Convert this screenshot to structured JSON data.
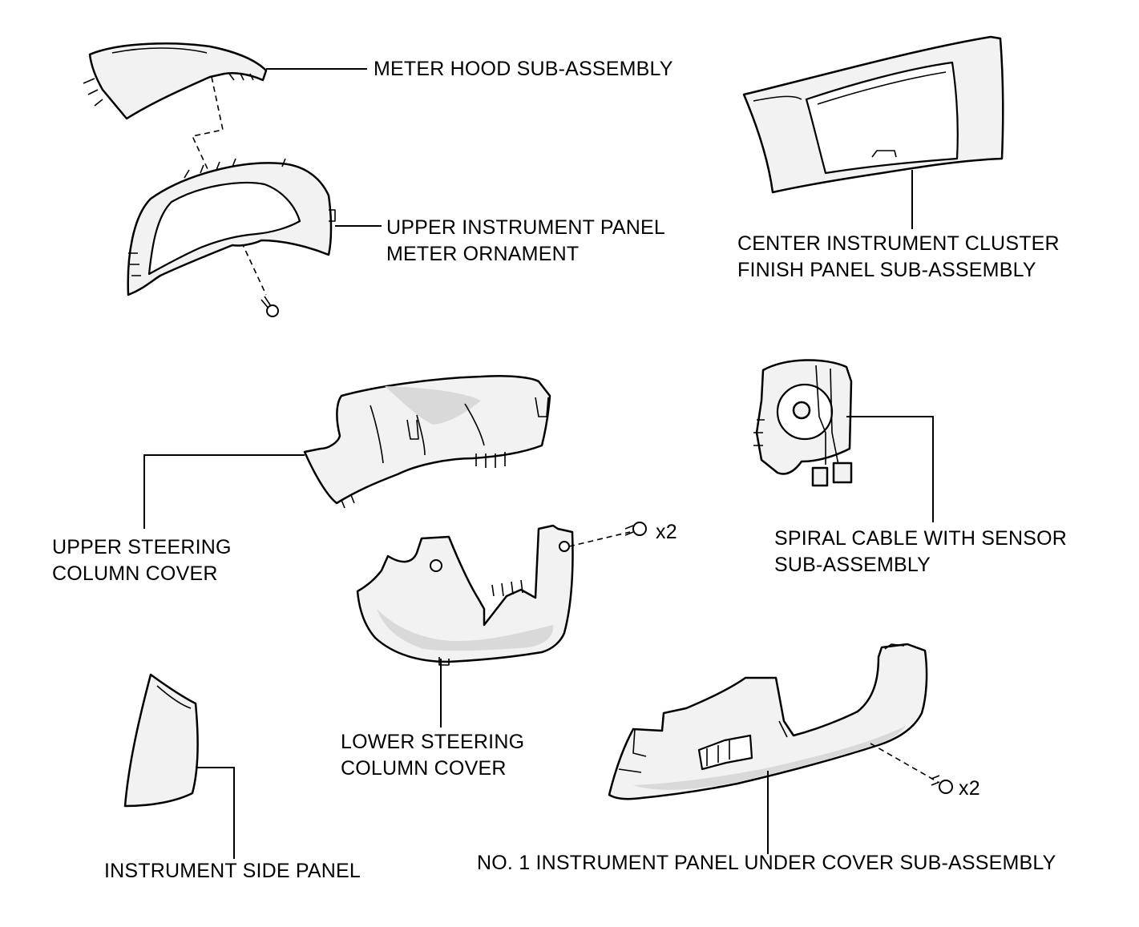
{
  "labels": {
    "meter_hood": "METER HOOD SUB-ASSEMBLY",
    "upper_ornament": [
      "UPPER INSTRUMENT PANEL",
      "METER ORNAMENT"
    ],
    "center_cluster": [
      "CENTER INSTRUMENT CLUSTER",
      "FINISH PANEL SUB-ASSEMBLY"
    ],
    "upper_column_cover": [
      "UPPER STEERING",
      "COLUMN COVER"
    ],
    "spiral_cable": [
      "SPIRAL CABLE WITH SENSOR",
      "SUB-ASSEMBLY"
    ],
    "lower_column_cover": [
      "LOWER STEERING",
      "COLUMN COVER"
    ],
    "side_panel": "INSTRUMENT SIDE PANEL",
    "under_cover": "NO. 1 INSTRUMENT PANEL UNDER COVER SUB-ASSEMBLY"
  },
  "quantities": {
    "lower_cover_screws": "x2",
    "under_cover_screws": "x2"
  },
  "colors": {
    "line": "#000000",
    "part_fill": "#f2f2f2",
    "background": "#ffffff"
  }
}
